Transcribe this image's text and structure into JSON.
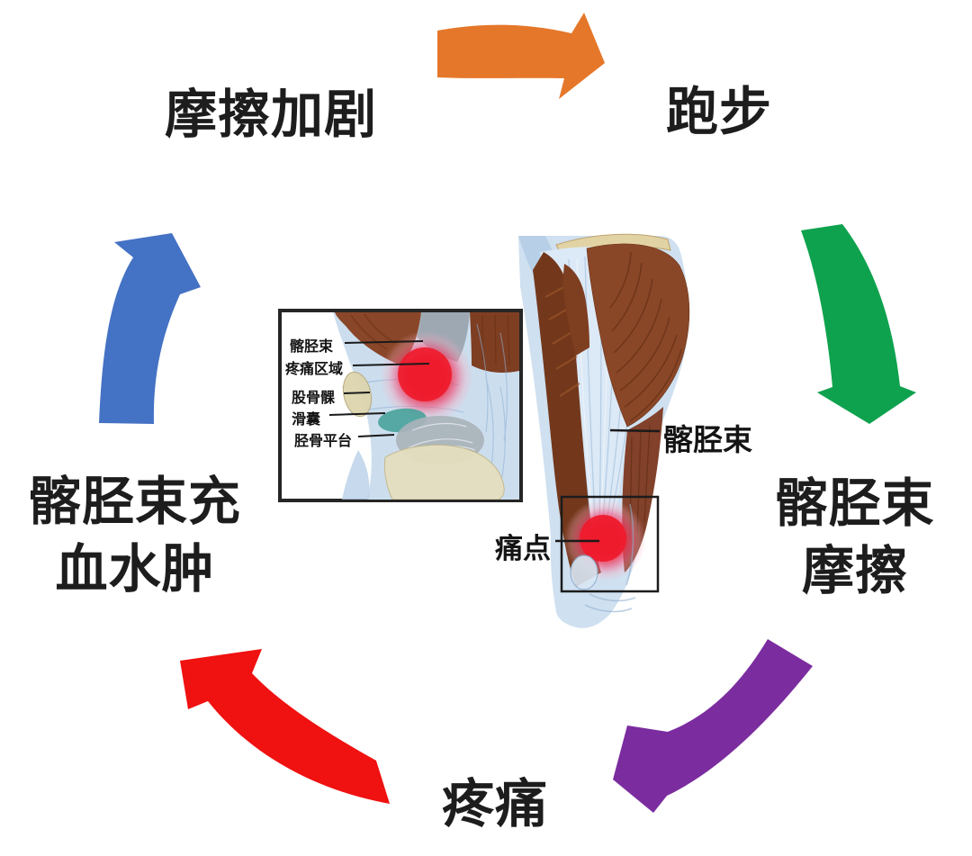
{
  "colors": {
    "background": "#ffffff",
    "text": "#1d1d1d"
  },
  "cycle": {
    "nodes": {
      "friction_worsens": {
        "label": "摩擦加剧"
      },
      "running": {
        "label": "跑步"
      },
      "itb_friction": {
        "line1": "髂胫束",
        "line2": "摩擦"
      },
      "pain": {
        "label": "疼痛"
      },
      "itb_edema": {
        "line1": "髂胫束充",
        "line2": "血水肿"
      }
    },
    "arrows": {
      "top": {
        "color": "#E5772A",
        "direction": "right"
      },
      "right": {
        "color": "#0FA24E",
        "direction": "down"
      },
      "bottom_right": {
        "color": "#7B2C9F",
        "direction": "down-left"
      },
      "bottom_left": {
        "color": "#F01111",
        "direction": "up-left"
      },
      "left": {
        "color": "#4472C4",
        "direction": "up"
      }
    }
  },
  "knee_inset": {
    "labels": {
      "itb": "髂胫束",
      "pain_area": "疼痛区域",
      "femoral_condyle": "股骨髁",
      "bursa": "滑囊",
      "tibial_plateau": "胫骨平台"
    }
  },
  "leg_figure": {
    "labels": {
      "itb": "髂胫束",
      "pain_point": "痛点"
    }
  }
}
